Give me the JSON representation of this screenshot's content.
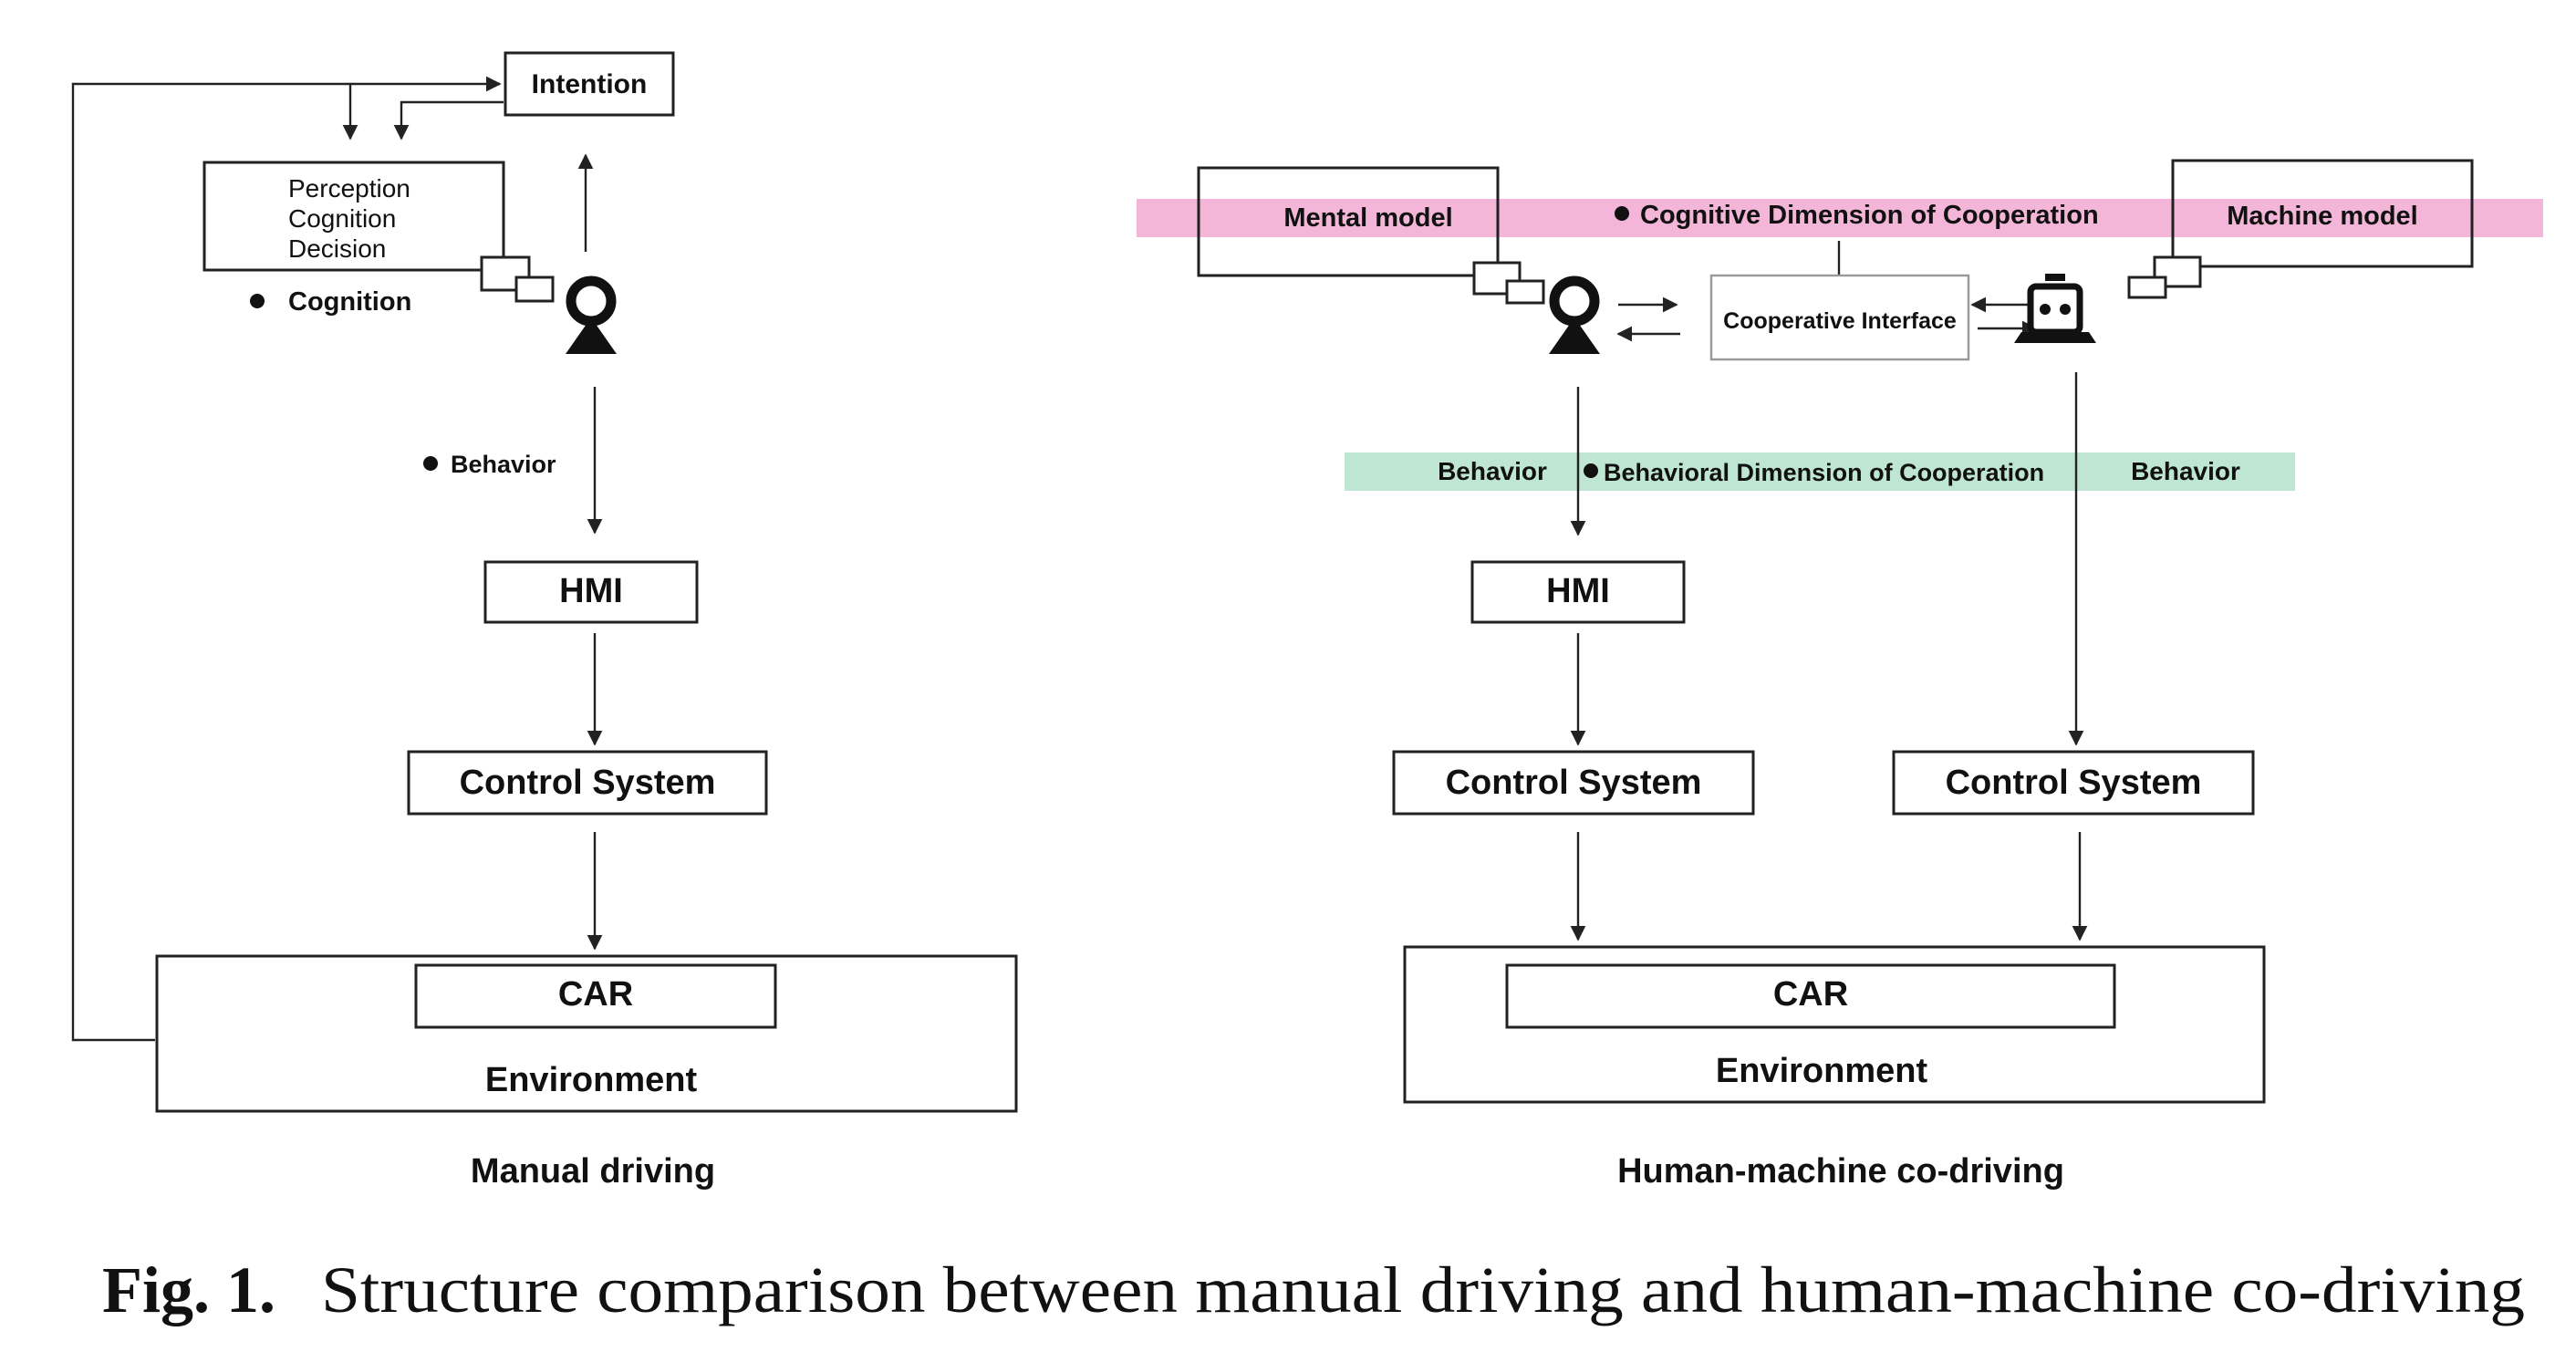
{
  "manual": {
    "intention": "Intention",
    "pcd_lines": [
      "Perception",
      "Cognition",
      "Decision"
    ],
    "cognition": "Cognition",
    "behavior": "Behavior",
    "hmi": "HMI",
    "control_system": "Control System",
    "car": "CAR",
    "environment": "Environment",
    "caption": "Manual driving"
  },
  "codriving": {
    "mental_model": "Mental model",
    "cognitive_dimension": "Cognitive Dimension of Cooperation",
    "machine_model": "Machine model",
    "cooperative_interface": "Cooperative Interface",
    "behavior_left": "Behavior",
    "behavioral_dimension": "Behavioral Dimension of Cooperation",
    "behavior_right": "Behavior",
    "hmi": "HMI",
    "control_system_left": "Control System",
    "control_system_right": "Control System",
    "car": "CAR",
    "environment": "Environment",
    "caption": "Human-machine co-driving"
  },
  "figure": {
    "label": "Fig. 1.",
    "caption": "Structure comparison between manual driving and human-machine co-driving"
  },
  "colors": {
    "cognitive_band": "#f4b6d8",
    "behavioral_band": "#bfe6d2",
    "line": "#222222"
  },
  "icons": {
    "human": "person-icon",
    "machine": "robot-icon"
  }
}
